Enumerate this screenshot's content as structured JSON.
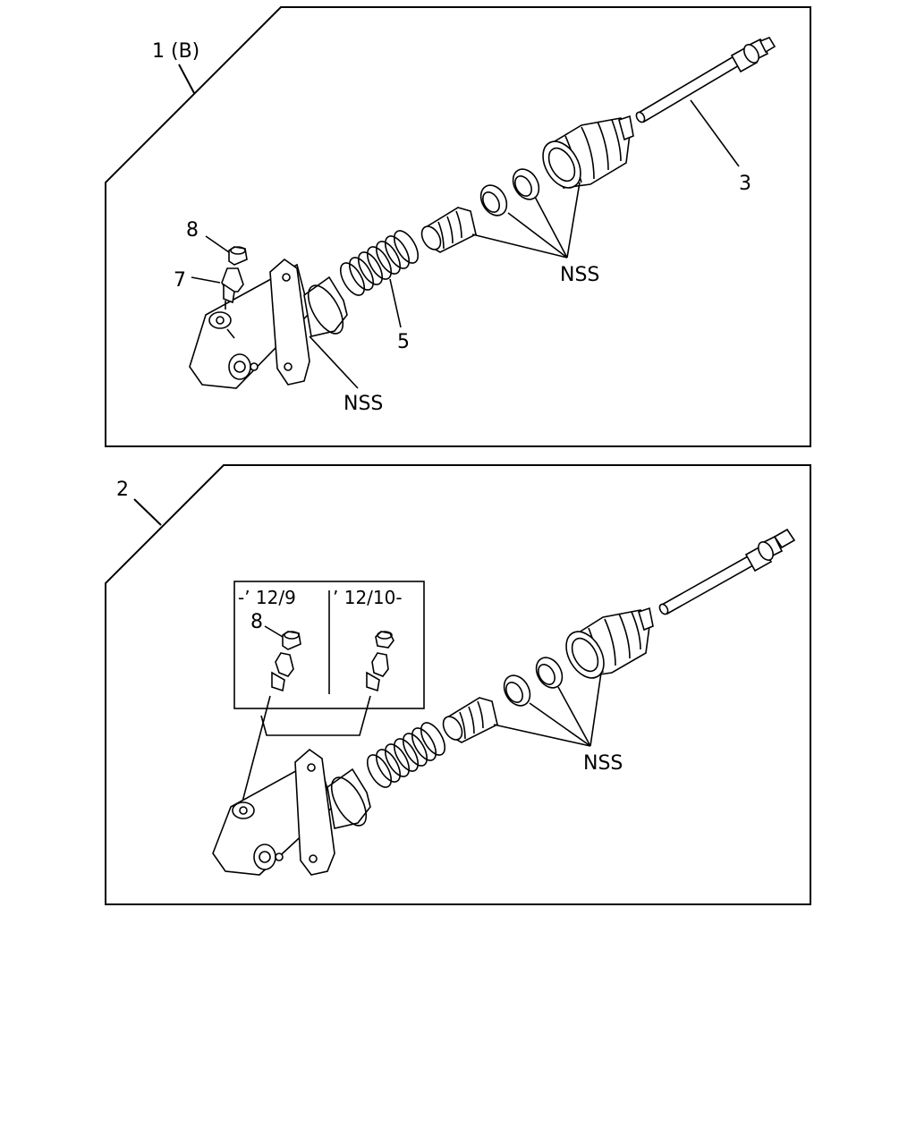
{
  "panel_top": {
    "title": "1 (B)",
    "callouts": {
      "item_8": "8",
      "item_7": "7",
      "item_5": "5",
      "item_3": "3"
    },
    "nss_body": "NSS",
    "nss_seals": "NSS"
  },
  "panel_bottom": {
    "title": "2",
    "inset_left_label": "-’ 12/9",
    "inset_right_label": "’ 12/10-",
    "callouts": {
      "item_8": "8"
    },
    "nss_seals": "NSS"
  }
}
